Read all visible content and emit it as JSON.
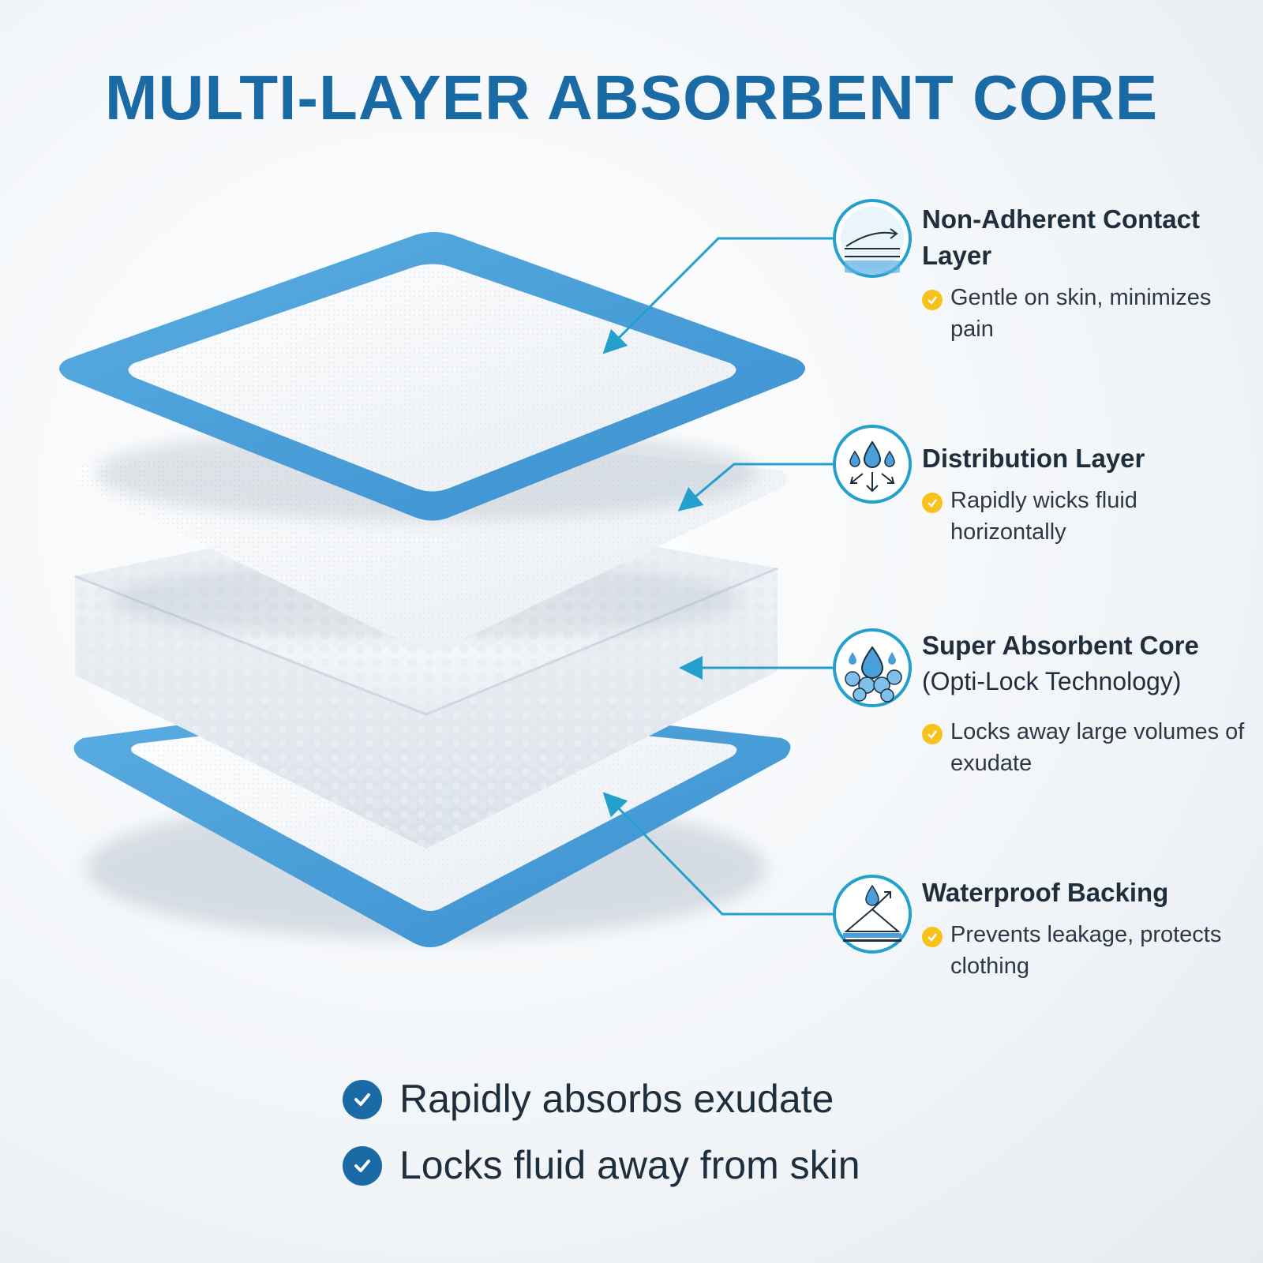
{
  "title": "MULTI-LAYER ABSORBENT CORE",
  "colors": {
    "brand_blue": "#1a6aa5",
    "accent_blue": "#4a9fd8",
    "connector": "#23a0cc",
    "check_yellow": "#f7c21c",
    "text_dark": "#1f2e3d"
  },
  "layers": [
    {
      "name": "Non-Adherent Contact Layer",
      "icon": "contact-layer-icon",
      "feature": "Gentle on skin, minimizes pain"
    },
    {
      "name": "Distribution Layer",
      "icon": "water-drops-spread-icon",
      "feature": "Rapidly wicks fluid horizontally"
    },
    {
      "name": "Super Absorbent Core",
      "subtitle": "(Opti-Lock Technology)",
      "icon": "droplet-bubbles-icon",
      "feature": "Locks away large volumes of exudate"
    },
    {
      "name": "Waterproof Backing",
      "icon": "waterproof-shield-icon",
      "feature": "Prevents leakage, protects clothing"
    }
  ],
  "benefits": [
    {
      "text": "Rapidly absorbs exudate",
      "icon": "check-circle-icon"
    },
    {
      "text": "Locks fluid away from skin",
      "icon": "check-circle-icon"
    }
  ]
}
